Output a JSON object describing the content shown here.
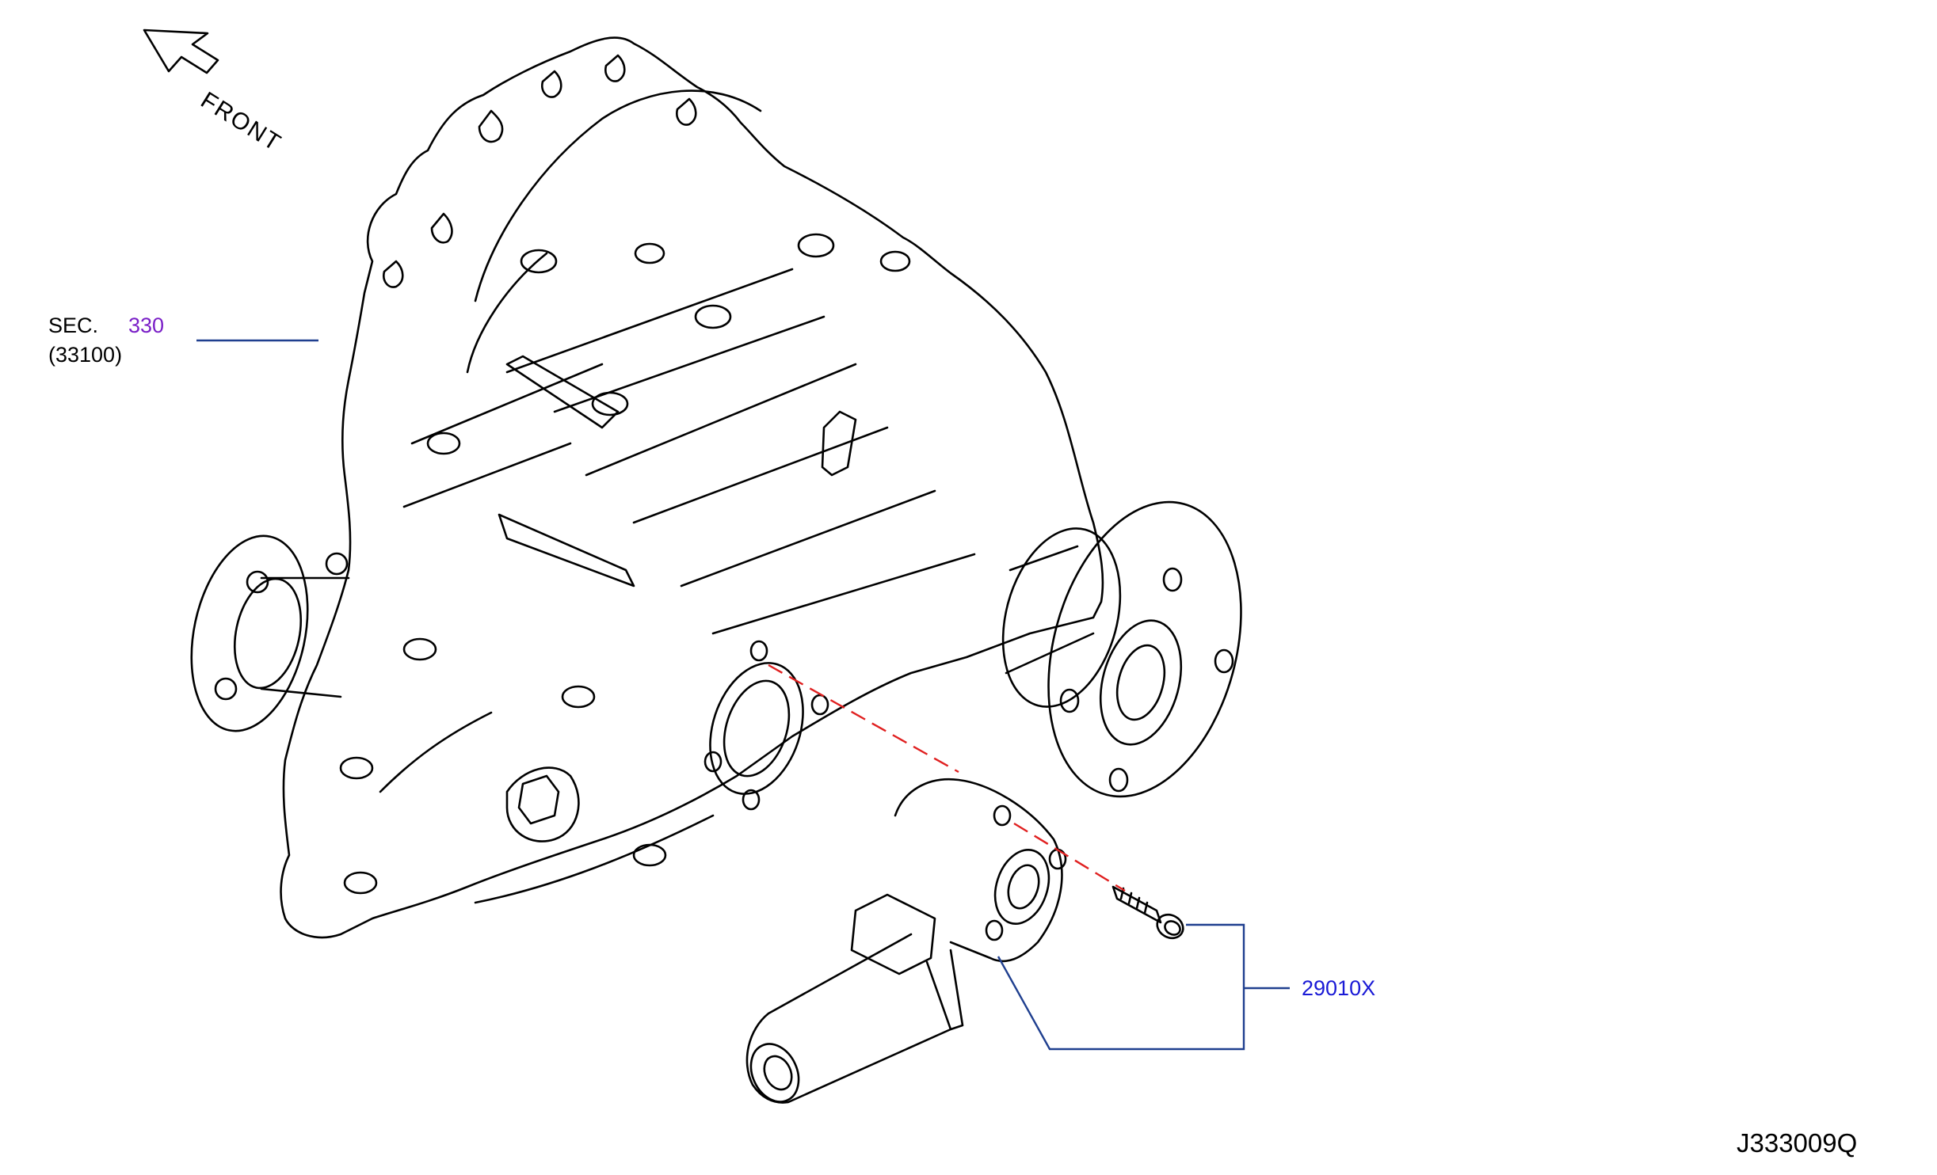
{
  "front_label": "FRONT",
  "section_ref": {
    "prefix": "SEC.",
    "number": "330",
    "sub": "(33100)"
  },
  "part_callout": "29010X",
  "diagram_id": "J333009Q",
  "colors": {
    "line": "#000000",
    "leader_blue": "#1f3f8f",
    "link_purple": "#7a1fc7",
    "link_blue": "#1a1ad6",
    "dash_red": "#e02020"
  }
}
